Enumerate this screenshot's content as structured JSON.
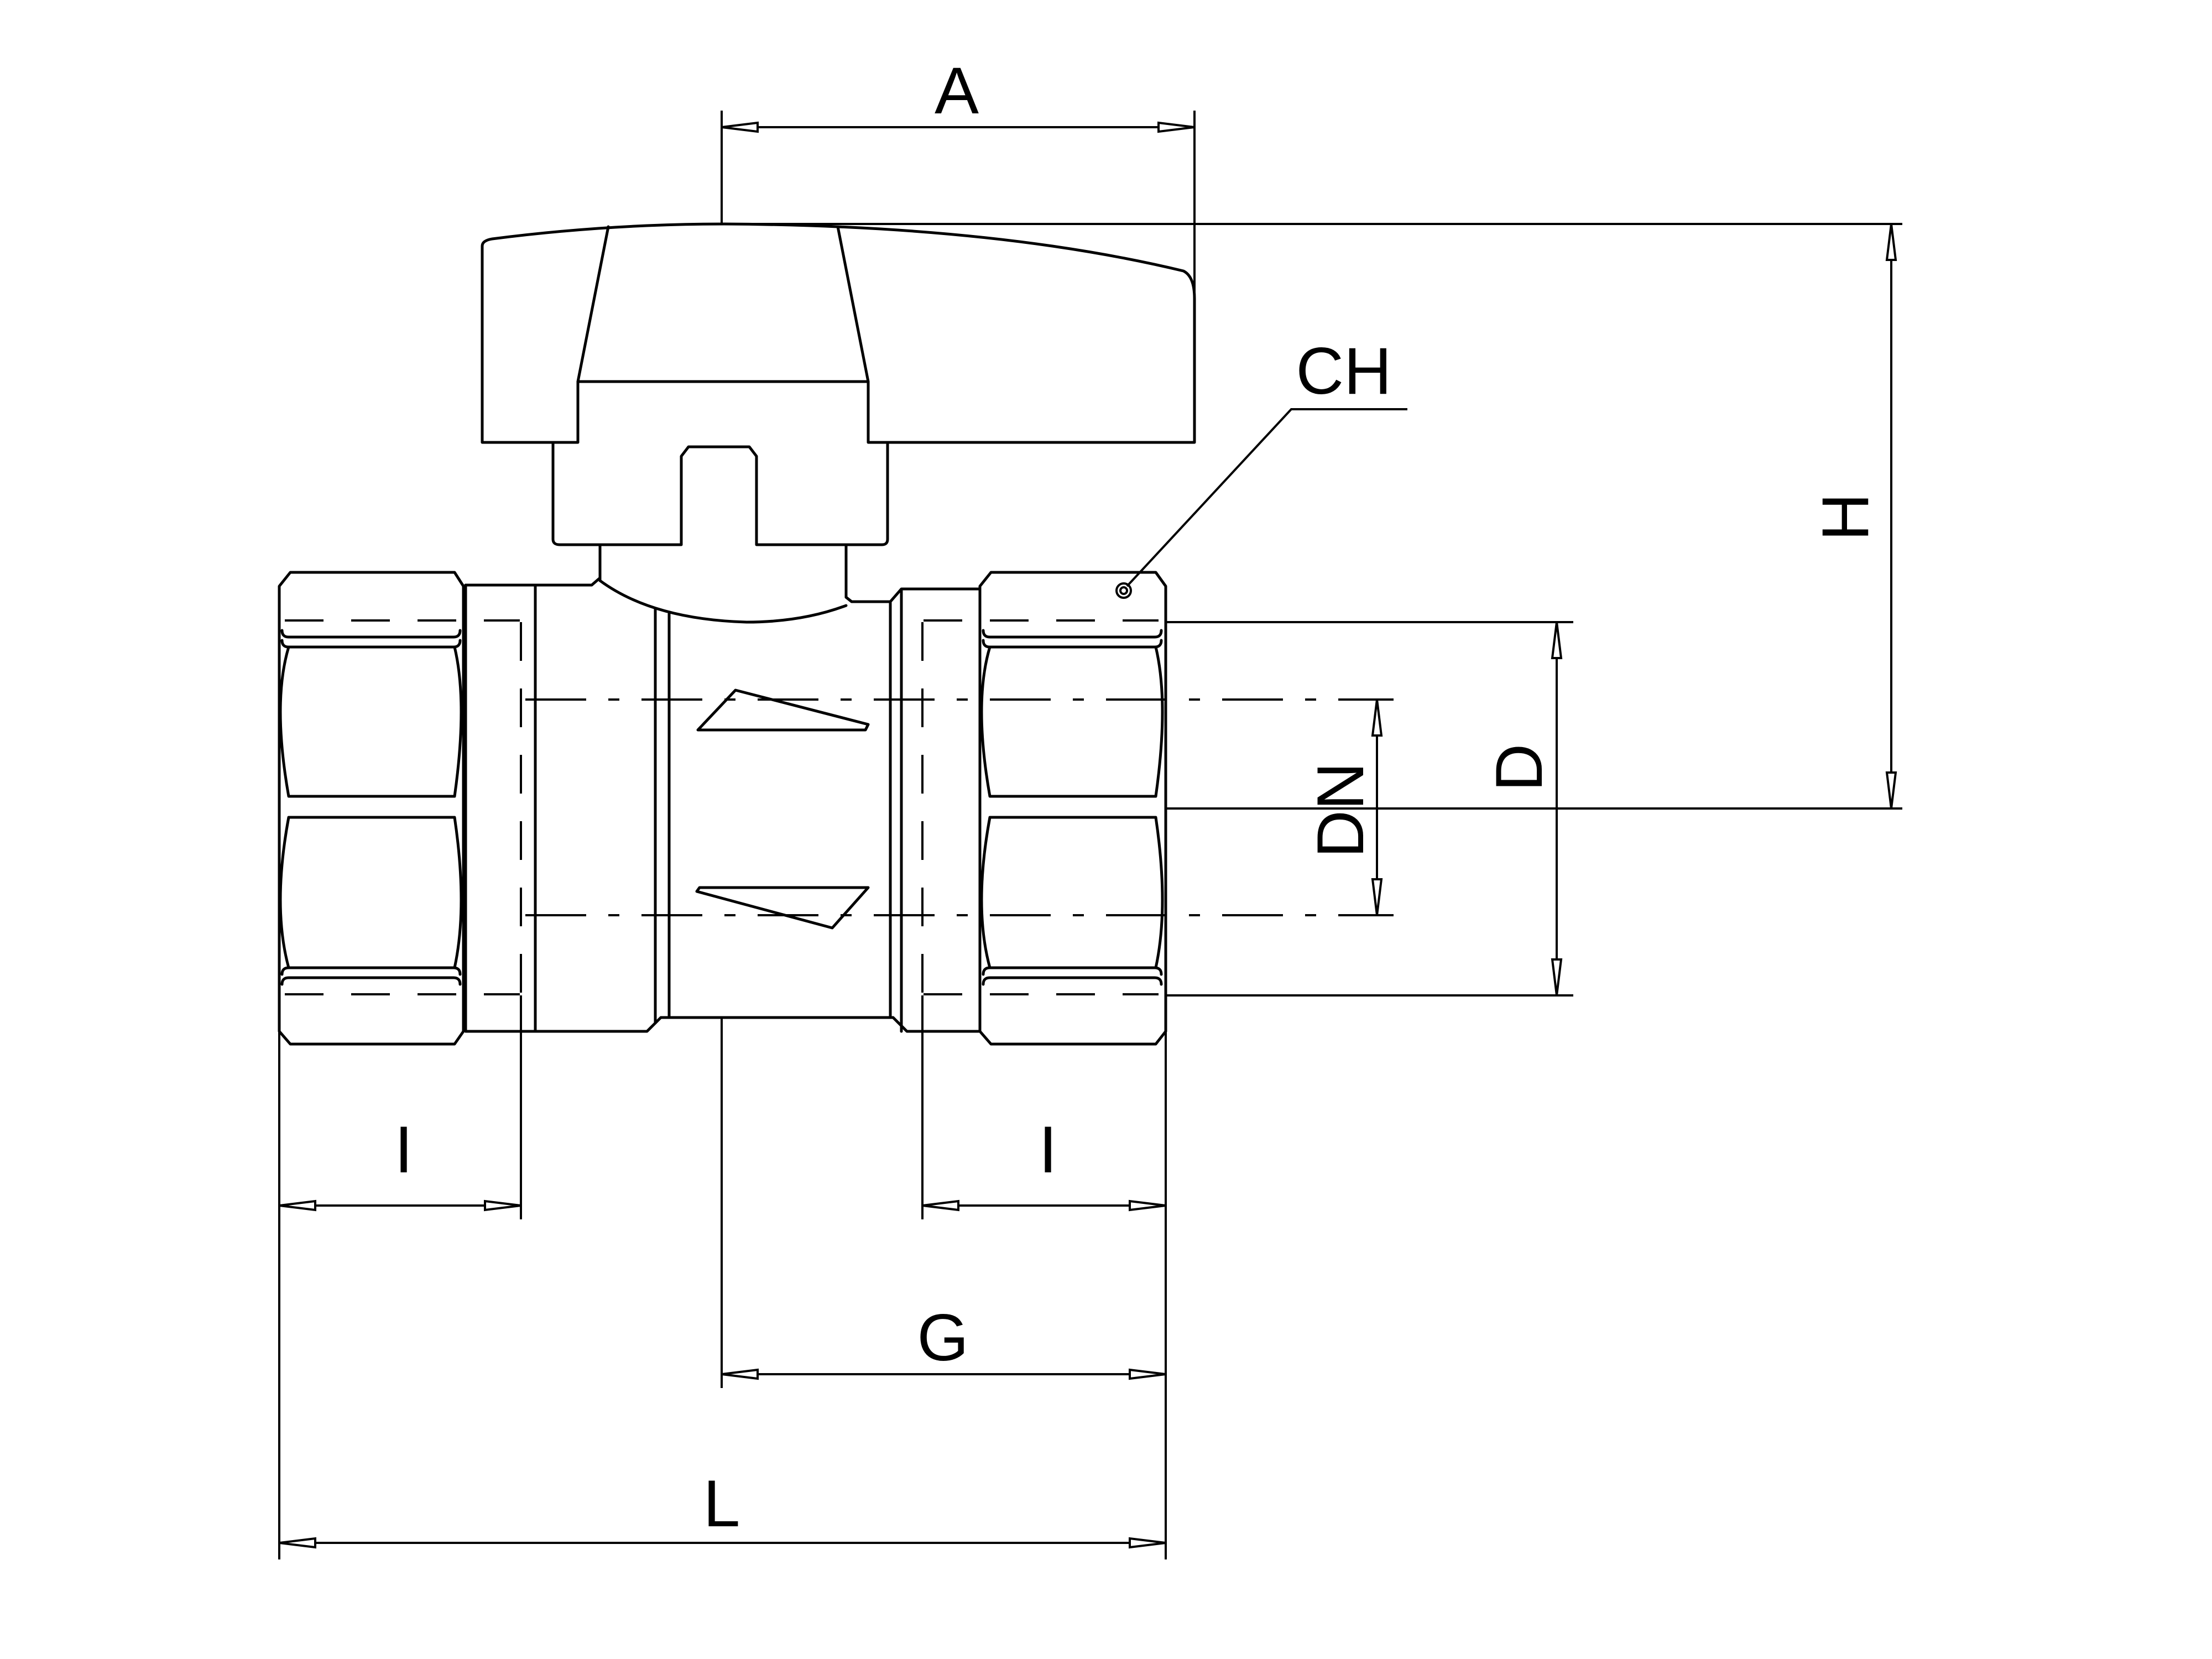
{
  "labels": {
    "a": "A",
    "ch": "CH",
    "h": "H",
    "d": "D",
    "dn": "DN",
    "i_left": "I",
    "i_right": "I",
    "g": "G",
    "l": "L"
  }
}
